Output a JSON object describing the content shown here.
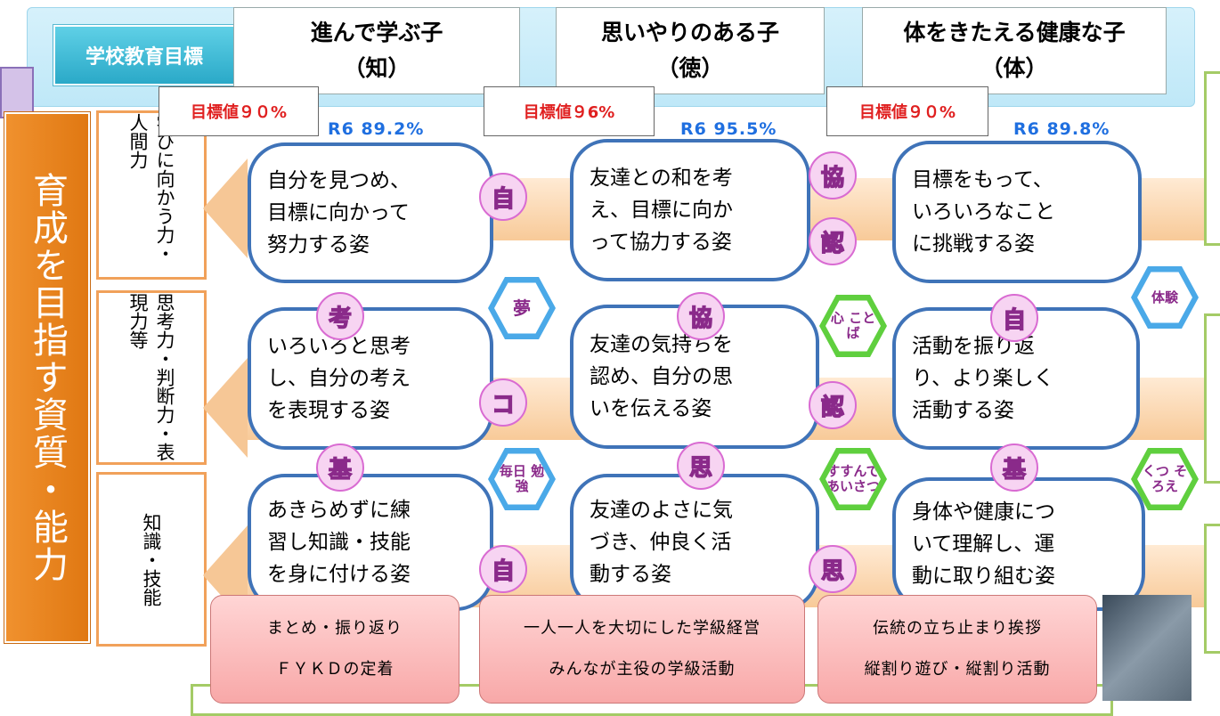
{
  "school_goal_label": "学校教育目標",
  "goals": [
    {
      "line1": "進んで学ぶ子",
      "line2": "（知）"
    },
    {
      "line1": "思いやりのある子",
      "line2": "（徳）"
    },
    {
      "line1": "体をきたえる健康な子",
      "line2": "（体）"
    }
  ],
  "targets": [
    {
      "target": "目標値９０%",
      "r6": "R6 89.2%"
    },
    {
      "target": "目標値９6%",
      "r6": "R6 95.5%"
    },
    {
      "target": "目標値９０%",
      "r6": "R6 89.8%"
    }
  ],
  "side_title": "育成を目指す資質・能力",
  "categories": [
    "学びに向かう力・人間力",
    "思考力・判断力・表現力等",
    "知識・技能"
  ],
  "bubbles": [
    [
      "自分を見つめ、",
      "目標に向かって",
      "努力する姿"
    ],
    [
      "友達との和を考",
      "え、目標に向か",
      "って協力する姿"
    ],
    [
      "目標をもって、",
      "いろいろなこと",
      "に挑戦する姿"
    ],
    [
      "いろいろと思考",
      "し、自分の考え",
      "を表現する姿"
    ],
    [
      "友達の気持ちを",
      "認め、自分の思",
      "いを伝える姿"
    ],
    [
      "活動を振り返",
      "り、より楽しく",
      "活動する姿"
    ],
    [
      "あきらめずに練",
      "習し知識・技能",
      "を身に付ける姿"
    ],
    [
      "友達のよさに気",
      "づき、仲良く活",
      "動する姿"
    ],
    [
      "身体や健康につ",
      "いて理解し、運",
      "動に取り組む姿"
    ]
  ],
  "circle_chars": {
    "c1": "自",
    "c2": "協",
    "c3": "認",
    "c4": "考",
    "c5": "協",
    "c6": "自",
    "c7": "コ",
    "c8": "認",
    "c9": "基",
    "c10": "思",
    "c11": "基",
    "c12": "自",
    "c13": "思"
  },
  "hex_badges": {
    "h1": "夢",
    "h2": "心 ことば",
    "h3": "体験",
    "h4": "毎日 勉強",
    "h5": "すすんで あいさつ",
    "h6": "くつ そろえ"
  },
  "bottom_boxes": [
    [
      "まとめ・振り返り",
      "ＦＹＫＤの定着"
    ],
    [
      "一人一人を大切にした学級経営",
      "みんなが主役の学級活動"
    ],
    [
      "伝統の立ち止まり挨拶",
      "縦割り遊び・縦割り活動"
    ]
  ],
  "colors": {
    "bubble_border": "#3f73b8",
    "target_red": "#e02020",
    "r6_blue": "#1f6fe0",
    "orange": "#e07812"
  }
}
